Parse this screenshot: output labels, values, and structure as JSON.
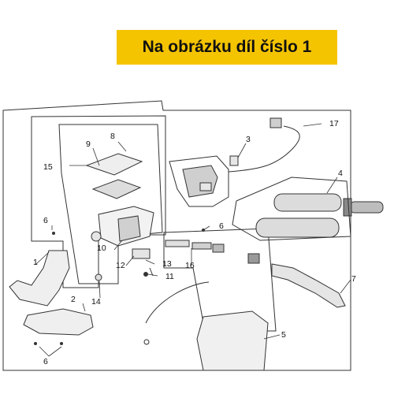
{
  "banner": {
    "text": "Na obrázku díl číslo 1",
    "color": "#f5c400"
  },
  "callouts": [
    "1",
    "2",
    "3",
    "4",
    "5",
    "6",
    "6",
    "6",
    "7",
    "8",
    "9",
    "10",
    "11",
    "12",
    "13",
    "14",
    "15",
    "16",
    "17"
  ]
}
